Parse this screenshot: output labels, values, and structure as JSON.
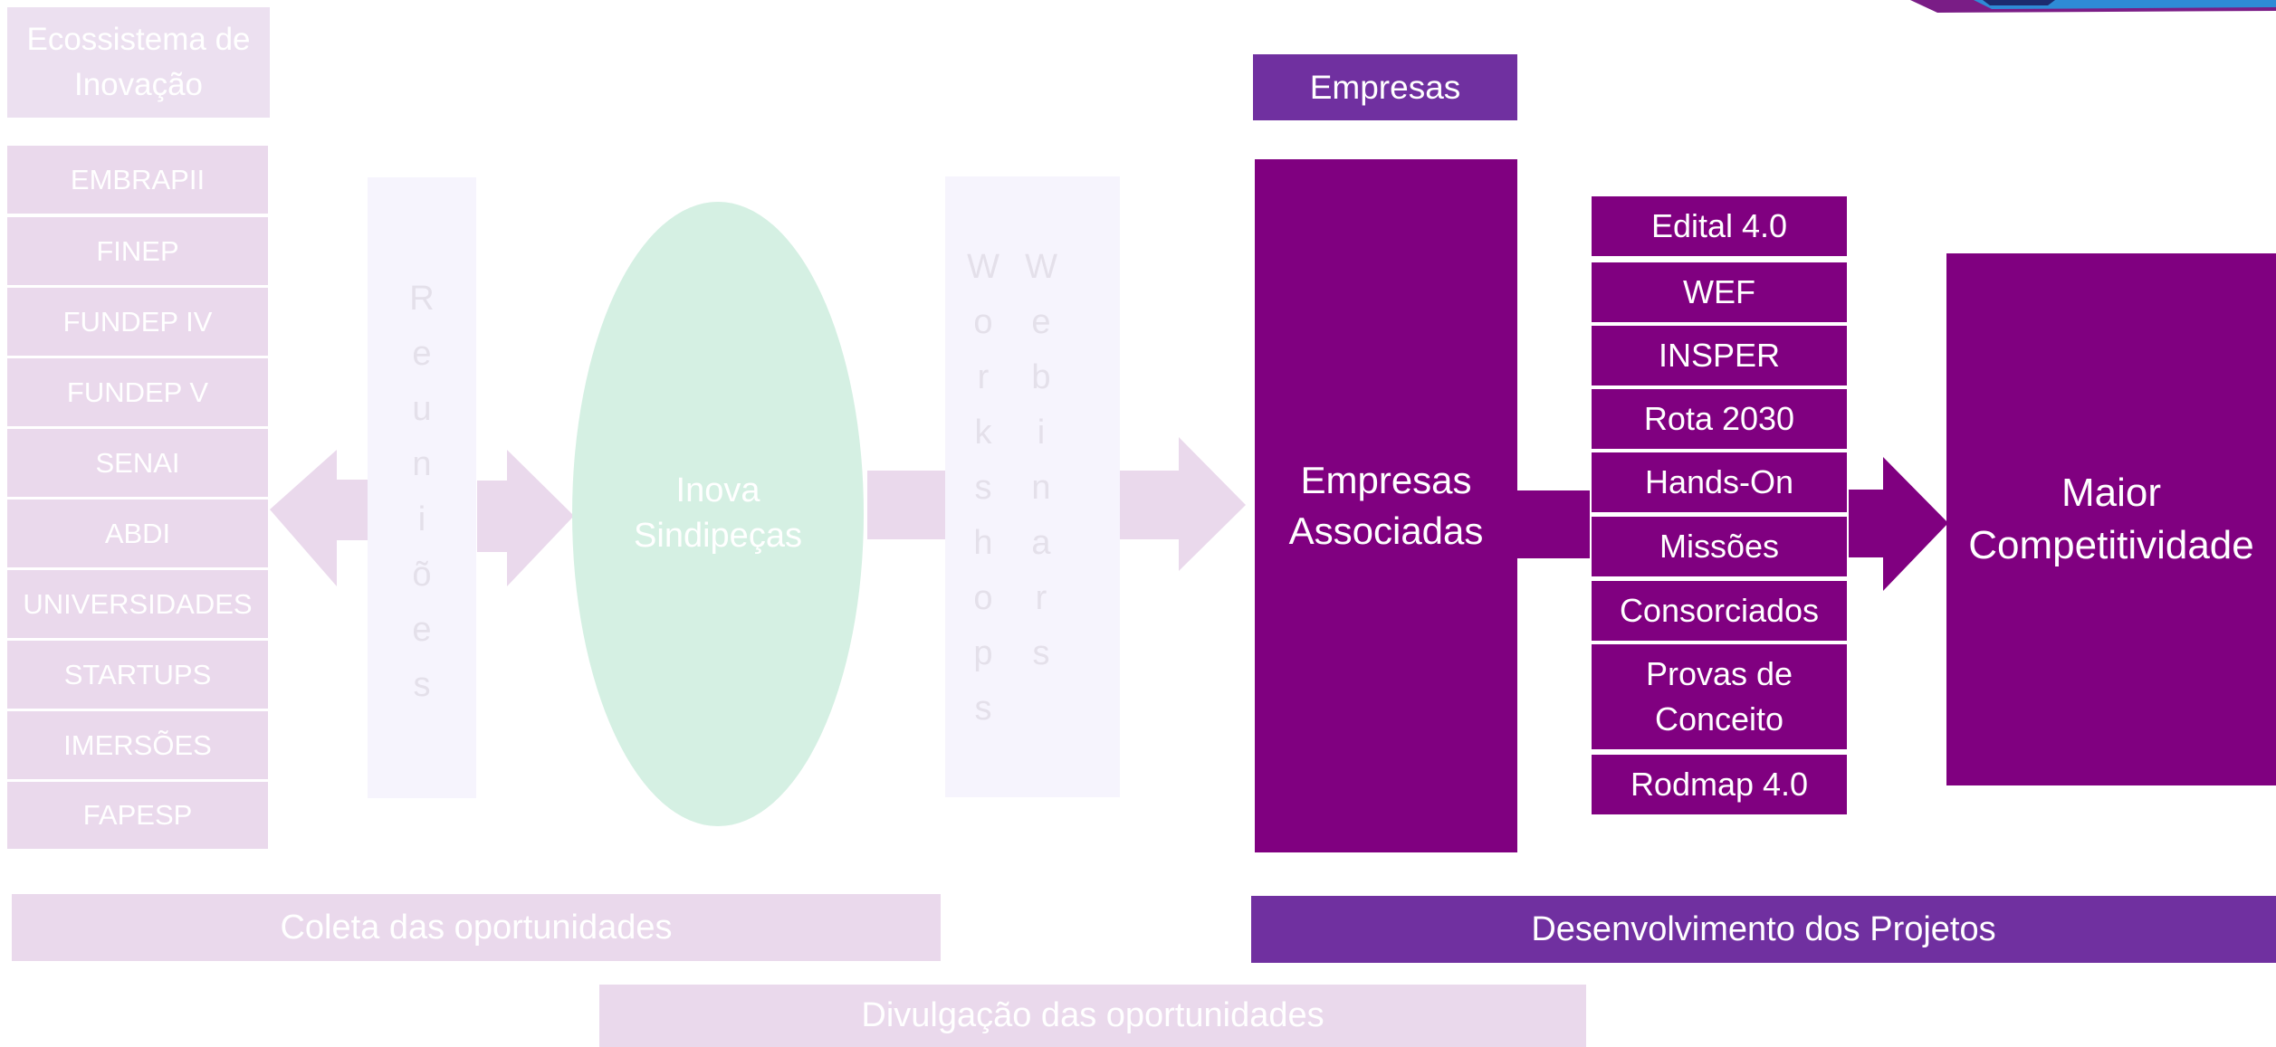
{
  "ecosystem": {
    "title": "Ecossistema de Inovação",
    "items": [
      "EMBRAPII",
      "FINEP",
      "FUNDEP IV",
      "FUNDEP V",
      "SENAI",
      "ABDI",
      "UNIVERSIDADES",
      "STARTUPS",
      "IMERSÕES",
      "FAPESP"
    ]
  },
  "reunioes": {
    "letters": [
      "R",
      "e",
      "u",
      "n",
      "i",
      "õ",
      "e",
      "s"
    ]
  },
  "center_node": {
    "label": "Inova Sindipeças"
  },
  "workshops": {
    "letters": [
      "W",
      "o",
      "r",
      "k",
      "s",
      "h",
      "o",
      "p",
      "s"
    ]
  },
  "webinars": {
    "letters": [
      "W",
      "e",
      "b",
      "i",
      "n",
      "a",
      "r",
      "s"
    ]
  },
  "empresas": {
    "title": "Empresas",
    "main_label": "Empresas Associadas"
  },
  "projects": [
    "Edital 4.0",
    "WEF",
    "INSPER",
    "Rota 2030",
    "Hands-On",
    "Missões",
    "Consorciados",
    "Provas de Conceito",
    "Rodmap 4.0"
  ],
  "outcome": {
    "label": "Maior Competitividade"
  },
  "phases": {
    "coleta": "Coleta das oportunidades",
    "desenvolvimento": "Desenvolvimento dos Projetos",
    "divulgacao": "Divulgação das oportunidades"
  },
  "colors": {
    "purple": "#800080",
    "violet": "#7030a0",
    "faded_pink": "#ead9ec",
    "mint": "#d5f0e3",
    "pale_lavender": "#f6f4fd"
  }
}
